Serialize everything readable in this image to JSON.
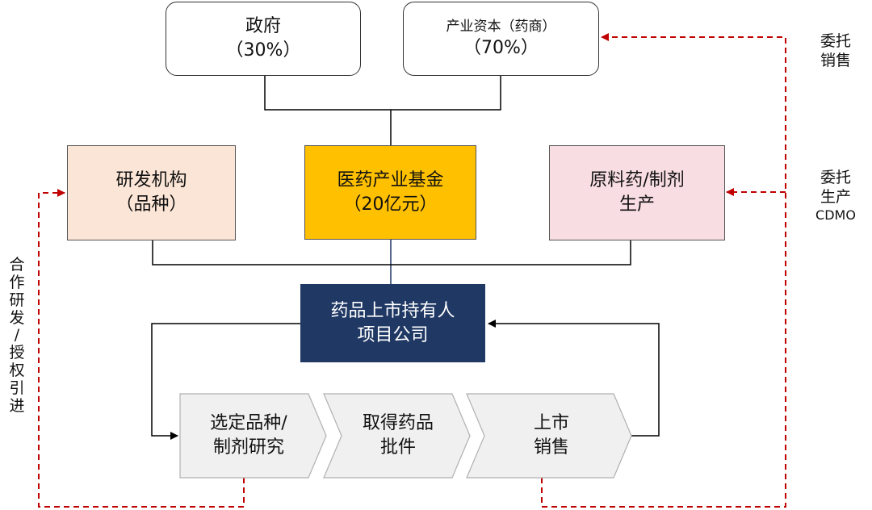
{
  "nodes": {
    "government": {
      "line1": "政府",
      "line2": "（30%）"
    },
    "industry_capital": {
      "line1": "产业资本（药商）",
      "line2": "（70%）"
    },
    "rd_institution": {
      "line1": "研发机构",
      "line2": "（品种）"
    },
    "fund": {
      "line1": "医药产业基金",
      "line2": "（20亿元）"
    },
    "api_production": {
      "line1": "原料药/制剂",
      "line2": "生产"
    },
    "mah_company": {
      "line1": "药品上市持有人",
      "line2": "项目公司"
    }
  },
  "process_steps": [
    {
      "line1": "选定品种/",
      "line2": "制剂研究"
    },
    {
      "line1": "取得药品",
      "line2": "批件"
    },
    {
      "line1": "上市",
      "line2": "销售"
    }
  ],
  "side_labels": {
    "entrusted_sales": {
      "line1": "委托",
      "line2": "销售"
    },
    "entrusted_production": {
      "line1": "委托",
      "line2": "生产",
      "line3": "CDMO"
    },
    "cooperation": {
      "chars": [
        "合",
        "作",
        "研",
        "发",
        "/",
        "授",
        "权",
        "引",
        "进"
      ]
    }
  },
  "colors": {
    "rd_fill": "#fbe5d6",
    "fund_fill": "#ffc000",
    "api_fill": "#f8dde3",
    "mah_fill": "#203864",
    "step_fill": "#f0f0f0",
    "dashed_red": "#c00000",
    "line": "#000000"
  }
}
